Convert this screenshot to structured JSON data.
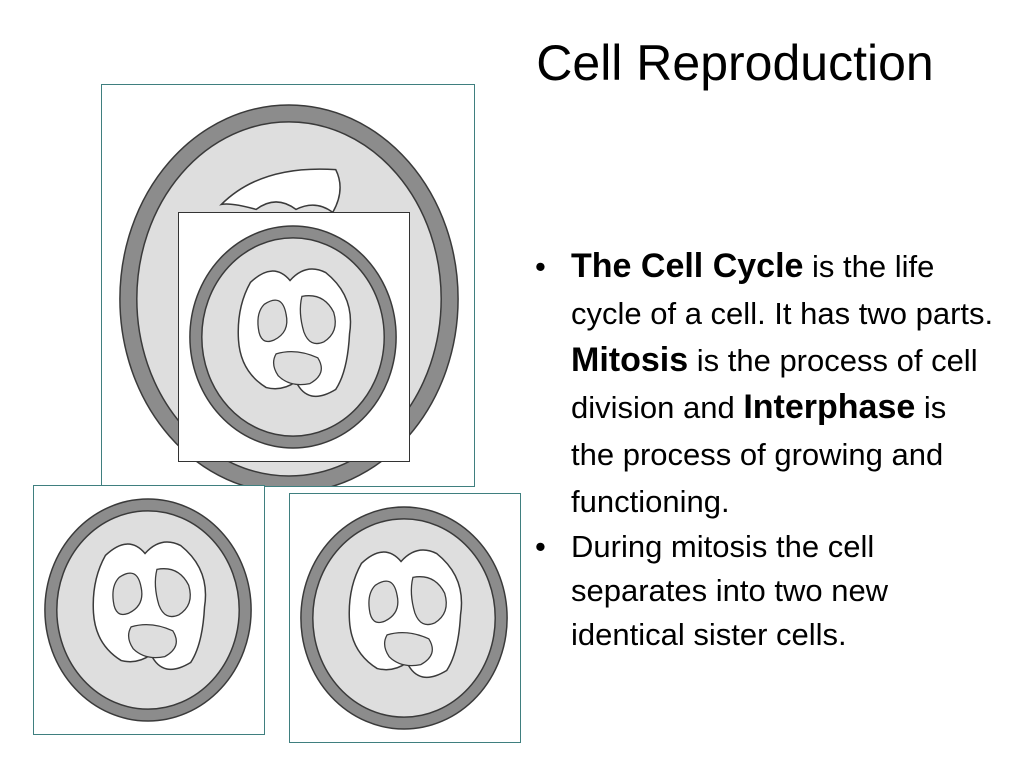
{
  "slide": {
    "title": "Cell Reproduction",
    "bullets": [
      {
        "parts": [
          {
            "text": "The Cell Cycle",
            "bold": true
          },
          {
            "text": " is the life cycle of a cell.  It has two parts. ",
            "bold": false
          },
          {
            "text": "Mitosis",
            "bold": true
          },
          {
            "text": " is the process of cell division and ",
            "bold": false
          },
          {
            "text": "Interphase",
            "bold": true
          },
          {
            "text": " is the process of growing and functioning.",
            "bold": false
          }
        ]
      },
      {
        "parts": [
          {
            "text": "During mitosis the cell separates into two new identical sister cells.",
            "bold": false
          }
        ]
      }
    ]
  },
  "colors": {
    "membrane": "#8c8c8c",
    "cytoplasm": "#dedede",
    "outline": "#3a3a3a",
    "nucleus": "#ffffff",
    "frame_border": "#3f7f7f"
  },
  "illustration": {
    "icons": [
      "cell-dividing-icon",
      "cell-icon",
      "daughter-cell-icon"
    ]
  }
}
